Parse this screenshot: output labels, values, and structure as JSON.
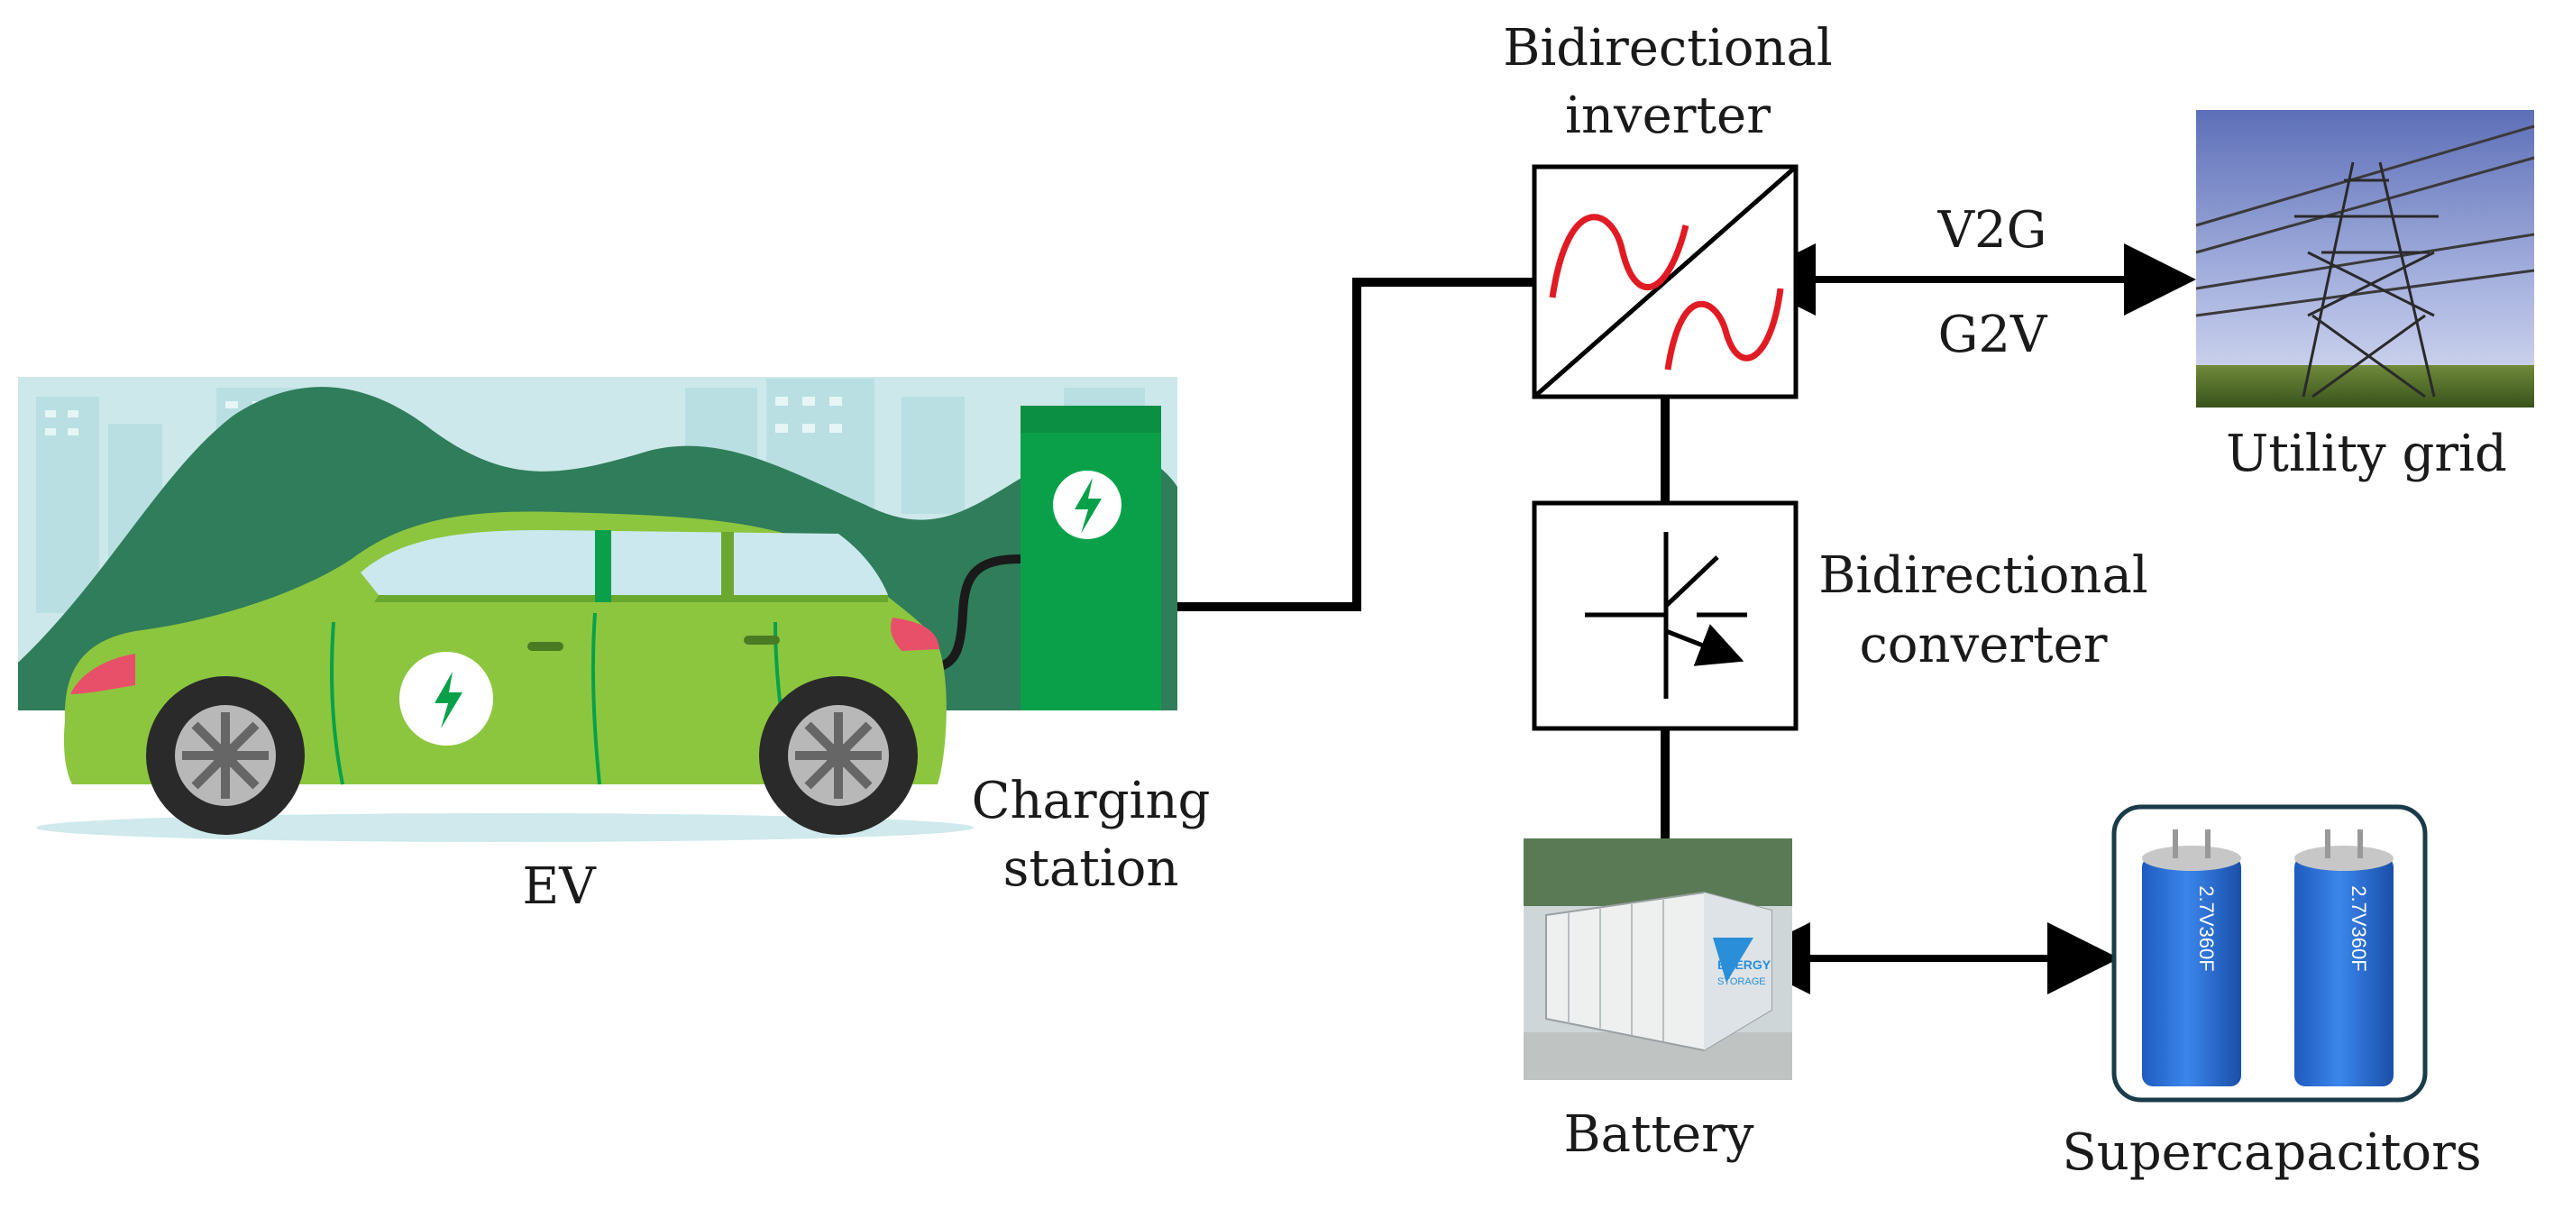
{
  "labels": {
    "ev": "EV",
    "charging_station_line1": "Charging",
    "charging_station_line2": "station",
    "inverter_line1": "Bidirectional",
    "inverter_line2": "inverter",
    "converter_line1": "Bidirectional",
    "converter_line2": "converter",
    "v2g": "V2G",
    "g2v": "G2V",
    "utility_grid": "Utility grid",
    "battery": "Battery",
    "supercapacitors": "Supercapacitors",
    "battery_container_text_1": "ENERGY",
    "battery_container_text_2": "STORAGE",
    "capacitor_marking": "2.7V360F"
  },
  "colors": {
    "car_body": "#8cc63f",
    "car_dark": "#6aa82f",
    "station": "#0aa04a",
    "hill": "#2e7d5b",
    "sky": "#cfe9ec",
    "wave": "#e01b24",
    "capacitor": "#2a6fd6",
    "line": "#000000"
  }
}
